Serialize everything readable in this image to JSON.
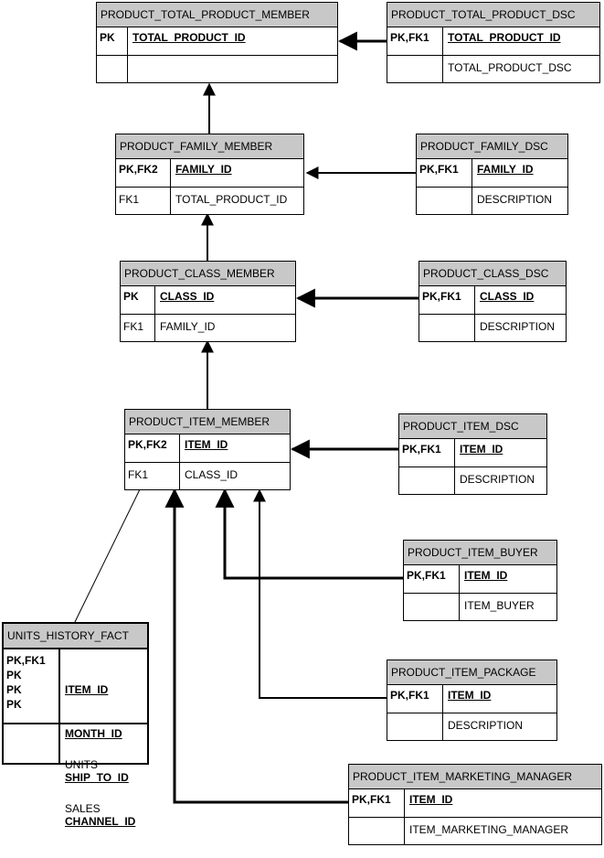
{
  "entities": {
    "total_member": {
      "title": "PRODUCT_TOTAL_PRODUCT_MEMBER",
      "pk_keys": "PK",
      "pk_attrs": [
        "TOTAL_PRODUCT_ID"
      ],
      "attr_keys": "",
      "attrs": [
        ""
      ]
    },
    "total_dsc": {
      "title": "PRODUCT_TOTAL_PRODUCT_DSC",
      "pk_keys": "PK,FK1",
      "pk_attrs": [
        "TOTAL_PRODUCT_ID"
      ],
      "attr_keys": "",
      "attrs": [
        "TOTAL_PRODUCT_DSC"
      ]
    },
    "family_member": {
      "title": "PRODUCT_FAMILY_MEMBER",
      "pk_keys": "PK,FK2",
      "pk_attrs": [
        "FAMILY_ID"
      ],
      "attr_keys": "FK1",
      "attrs": [
        "TOTAL_PRODUCT_ID"
      ]
    },
    "family_dsc": {
      "title": "PRODUCT_FAMILY_DSC",
      "pk_keys": "PK,FK1",
      "pk_attrs": [
        "FAMILY_ID"
      ],
      "attr_keys": "",
      "attrs": [
        "DESCRIPTION"
      ]
    },
    "class_member": {
      "title": "PRODUCT_CLASS_MEMBER",
      "pk_keys": "PK",
      "pk_attrs": [
        "CLASS_ID"
      ],
      "attr_keys": "FK1",
      "attrs": [
        "FAMILY_ID"
      ]
    },
    "class_dsc": {
      "title": "PRODUCT_CLASS_DSC",
      "pk_keys": "PK,FK1",
      "pk_attrs": [
        "CLASS_ID"
      ],
      "attr_keys": "",
      "attrs": [
        "DESCRIPTION"
      ]
    },
    "item_member": {
      "title": "PRODUCT_ITEM_MEMBER",
      "pk_keys": "PK,FK2",
      "pk_attrs": [
        "ITEM_ID"
      ],
      "attr_keys": "FK1",
      "attrs": [
        "CLASS_ID"
      ]
    },
    "item_dsc": {
      "title": "PRODUCT_ITEM_DSC",
      "pk_keys": "PK,FK1",
      "pk_attrs": [
        "ITEM_ID"
      ],
      "attr_keys": "",
      "attrs": [
        "DESCRIPTION"
      ]
    },
    "item_buyer": {
      "title": "PRODUCT_ITEM_BUYER",
      "pk_keys": "PK,FK1",
      "pk_attrs": [
        "ITEM_ID"
      ],
      "attr_keys": "",
      "attrs": [
        "ITEM_BUYER"
      ]
    },
    "item_package": {
      "title": "PRODUCT_ITEM_PACKAGE",
      "pk_keys": "PK,FK1",
      "pk_attrs": [
        "ITEM_ID"
      ],
      "attr_keys": "",
      "attrs": [
        "DESCRIPTION"
      ]
    },
    "item_mktg": {
      "title": "PRODUCT_ITEM_MARKETING_MANAGER",
      "pk_keys": "PK,FK1",
      "pk_attrs": [
        "ITEM_ID"
      ],
      "attr_keys": "",
      "attrs": [
        "ITEM_MARKETING_MANAGER"
      ]
    },
    "units_fact": {
      "title": "UNITS_HISTORY_FACT",
      "pk_keys": "PK,FK1\nPK\nPK\nPK",
      "pk_attrs": [
        "ITEM_ID",
        "MONTH_ID",
        "SHIP_TO_ID",
        "CHANNEL_ID"
      ],
      "attr_keys": "",
      "attrs": [
        "UNITS",
        "SALES"
      ]
    }
  },
  "colors": {
    "title_bg": "#c8c8c8",
    "line": "#000000"
  }
}
